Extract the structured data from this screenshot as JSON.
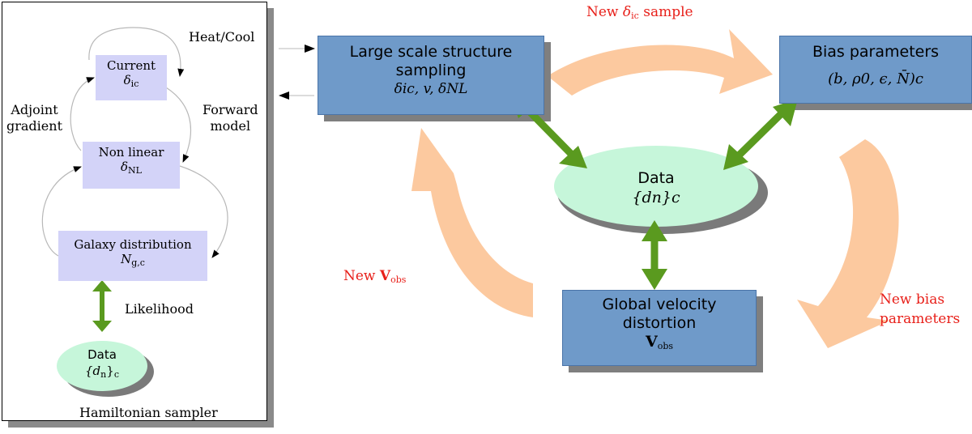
{
  "sampler": {
    "title": "Hamiltonian sampler",
    "heat_cool": "Heat/Cool",
    "adjoint_gradient": [
      "Adjoint",
      "gradient"
    ],
    "forward_model": [
      "Forward",
      "model"
    ],
    "likelihood": "Likelihood",
    "current": {
      "label": "Current",
      "symbol": "δ",
      "sub": "ic"
    },
    "non_linear": {
      "label": "Non linear",
      "symbol": "δ",
      "sub": "NL"
    },
    "galaxy": {
      "label": "Galaxy distribution",
      "symbol": "N",
      "sub": "g,c"
    },
    "data": {
      "label": "Data",
      "expr": "{d",
      "expr_sub": "n",
      "expr_end": "}",
      "expr_end_sub": "c"
    }
  },
  "main": {
    "lss": {
      "line1": "Large scale structure",
      "line2": "sampling",
      "formula": "δic, v, δNL"
    },
    "bias": {
      "title": "Bias parameters",
      "formula": "(b, ρ0, ϵ, N̄)c"
    },
    "velocity": {
      "line1": "Global velocity",
      "line2": "distortion",
      "symbol": "V",
      "sub": "obs"
    },
    "data": {
      "label": "Data",
      "expr": "{dn}c"
    },
    "new_delta": {
      "prefix": "New ",
      "symbol": "δ",
      "sub": "ic",
      "suffix": " sample"
    },
    "new_vobs": {
      "prefix": "New ",
      "symbol": "V",
      "sub": "obs"
    },
    "new_bias": [
      "New bias",
      "parameters"
    ]
  },
  "colors": {
    "blue_box": "#6f9ac9",
    "lavender_box": "#d3d3f8",
    "data_ellipse": "#c6f6da",
    "big_arrow": "#fcc99f",
    "green_arrow": "#5a9a1f",
    "red_text": "#e8201a"
  }
}
